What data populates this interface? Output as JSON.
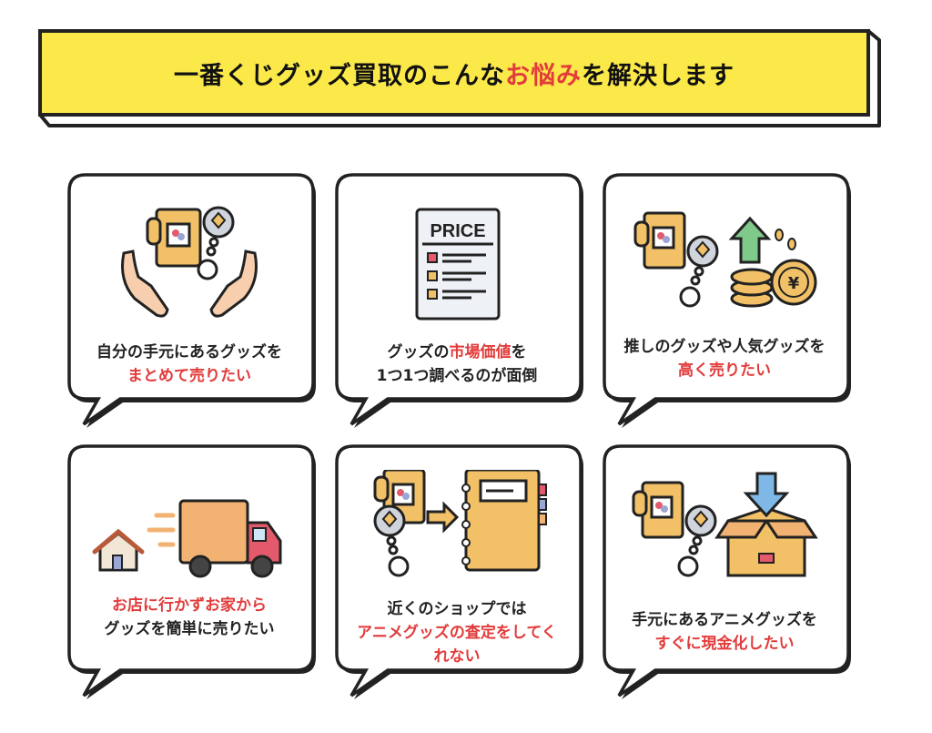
{
  "banner": {
    "title_part1": "一番くじグッズ買取のこんな",
    "title_highlight": "お悩み",
    "title_part2": "を解決します"
  },
  "cards": [
    {
      "line1": "自分の手元にあるグッズを",
      "line2": "まとめて売りたい",
      "highlight_line": 2,
      "icon": "merch-hands-icon"
    },
    {
      "line1_a": "グッズの",
      "line1_b": "市場価値",
      "line1_c": "を",
      "line2": "1つ1つ調べるのが面倒",
      "icon_text": "PRICE",
      "icon": "price-list-icon"
    },
    {
      "line1": "推しのグッズや人気グッズを",
      "line2": "高く売りたい",
      "highlight_line": 2,
      "icon": "merch-coins-icon"
    },
    {
      "line1": "お店に行かずお家から",
      "line2": "グッズを簡単に売りたい",
      "highlight_line": 1,
      "icon": "delivery-truck-icon"
    },
    {
      "line1": "近くのショップでは",
      "line2": "アニメグッズの査定をしてく",
      "line3": "れない",
      "highlight_line": 2,
      "icon": "merch-notebook-icon"
    },
    {
      "line1": "手元にあるアニメグッズを",
      "line2": "すぐに現金化したい",
      "highlight_line": 2,
      "icon": "merch-box-icon"
    }
  ],
  "colors": {
    "banner_yellow": "#fbe94a",
    "highlight_red": "#e23b3b",
    "outline": "#222222",
    "card_orange": "#f2c167"
  }
}
